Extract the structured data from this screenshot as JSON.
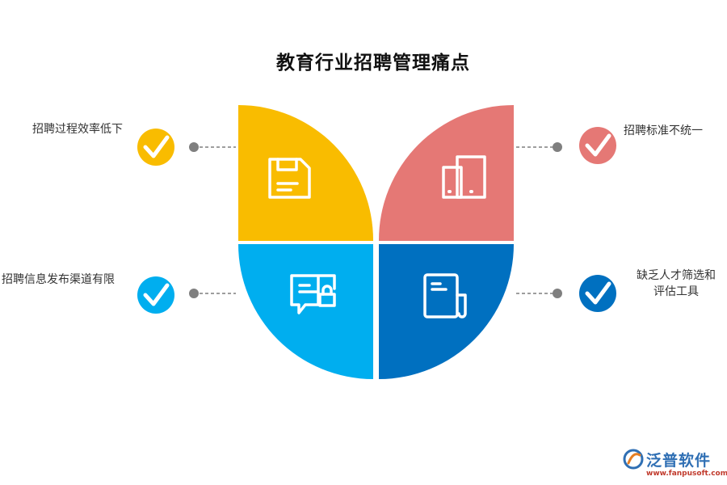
{
  "title": "教育行业招聘管理痛点",
  "items": [
    {
      "label": "招聘过程效率低下",
      "color": "#F9BC00",
      "icon": "save-icon"
    },
    {
      "label": "招聘标准不统一",
      "color": "#E57875",
      "icon": "tablet-icon"
    },
    {
      "label": "招聘信息发布渠道有限",
      "color": "#00AEEF",
      "icon": "message-lock-icon"
    },
    {
      "label_lines": [
        "缺乏人才筛选和",
        "评估工具"
      ],
      "color": "#0070C0",
      "icon": "document-icon"
    }
  ],
  "connector_color": "#7F7F7F",
  "logo": {
    "name": "泛普软件",
    "url": "www.fanpusoft.com",
    "color": "#2f6fb4",
    "url_color": "#c0392b"
  }
}
